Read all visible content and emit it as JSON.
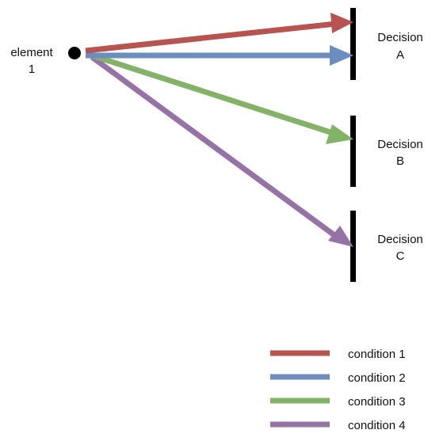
{
  "source": {
    "label_line1": "element",
    "label_line2": "1"
  },
  "decisions": [
    {
      "line1": "Decision",
      "line2": "A"
    },
    {
      "line1": "Decision",
      "line2": "B"
    },
    {
      "line1": "Decision",
      "line2": "C"
    }
  ],
  "conditions": [
    {
      "label": "condition 1",
      "color": "#b85450",
      "target": "A"
    },
    {
      "label": "condition 2",
      "color": "#6c8ebf",
      "target": "A"
    },
    {
      "label": "condition 3",
      "color": "#82b366",
      "target": "B"
    },
    {
      "label": "condition 4",
      "color": "#9673a6",
      "target": "C"
    }
  ],
  "colors": {
    "bar": "#000000",
    "node": "#000000",
    "background": "#ffffff"
  }
}
